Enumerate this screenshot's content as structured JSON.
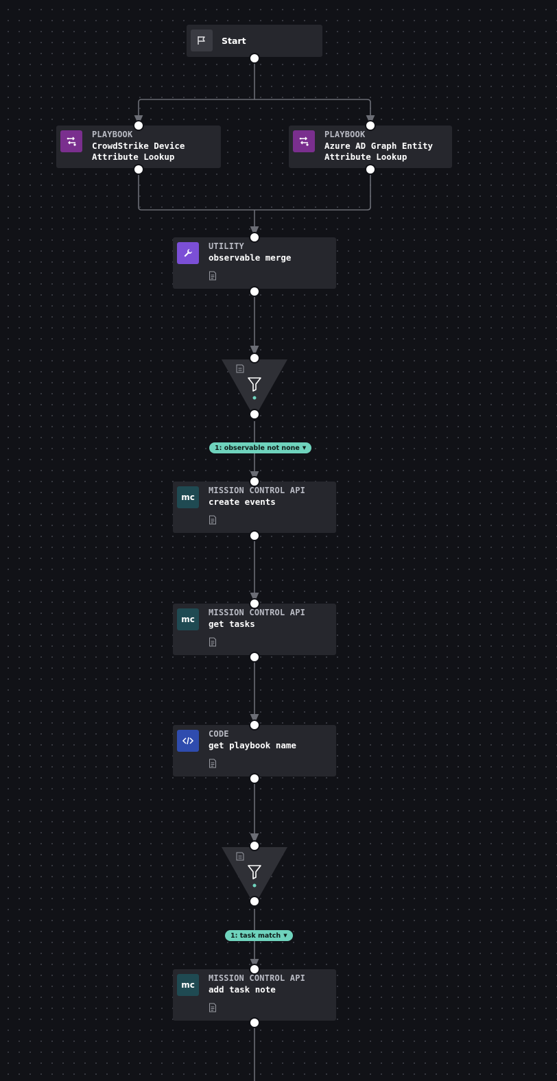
{
  "canvas": {
    "background": "#111217",
    "grid_dot_color": "#3a3c44",
    "edge_color": "#6b6d75"
  },
  "nodes": {
    "start": {
      "title": "Start",
      "icon": "flag-icon"
    },
    "playbook_crowdstrike": {
      "category": "PLAYBOOK",
      "title": "CrowdStrike Device Attribute Lookup",
      "icon": "playbook-icon",
      "color": "#7a2f8e"
    },
    "playbook_azure": {
      "category": "PLAYBOOK",
      "title": "Azure AD Graph Entity Attribute Lookup",
      "icon": "playbook-icon",
      "color": "#7a2f8e"
    },
    "utility_merge": {
      "category": "UTILITY",
      "title": "observable merge",
      "icon": "wrench-icon",
      "color": "#7b4fd6"
    },
    "filter_1": {
      "icon": "funnel-icon",
      "label": "1: observable not none"
    },
    "mc_create_events": {
      "category": "MISSION CONTROL API",
      "title": "create events",
      "icon_text": "mc",
      "color": "#1f4a52"
    },
    "mc_get_tasks": {
      "category": "MISSION CONTROL API",
      "title": "get tasks",
      "icon_text": "mc",
      "color": "#1f4a52"
    },
    "code_playbook_name": {
      "category": "CODE",
      "title": "get playbook name",
      "icon": "code-icon",
      "color": "#2f4cae"
    },
    "filter_2": {
      "icon": "funnel-icon",
      "label": "1: task match"
    },
    "mc_add_task_note": {
      "category": "MISSION CONTROL API",
      "title": "add task note",
      "icon_text": "mc",
      "color": "#1f4a52"
    }
  },
  "label_color": "#6fd3bd"
}
